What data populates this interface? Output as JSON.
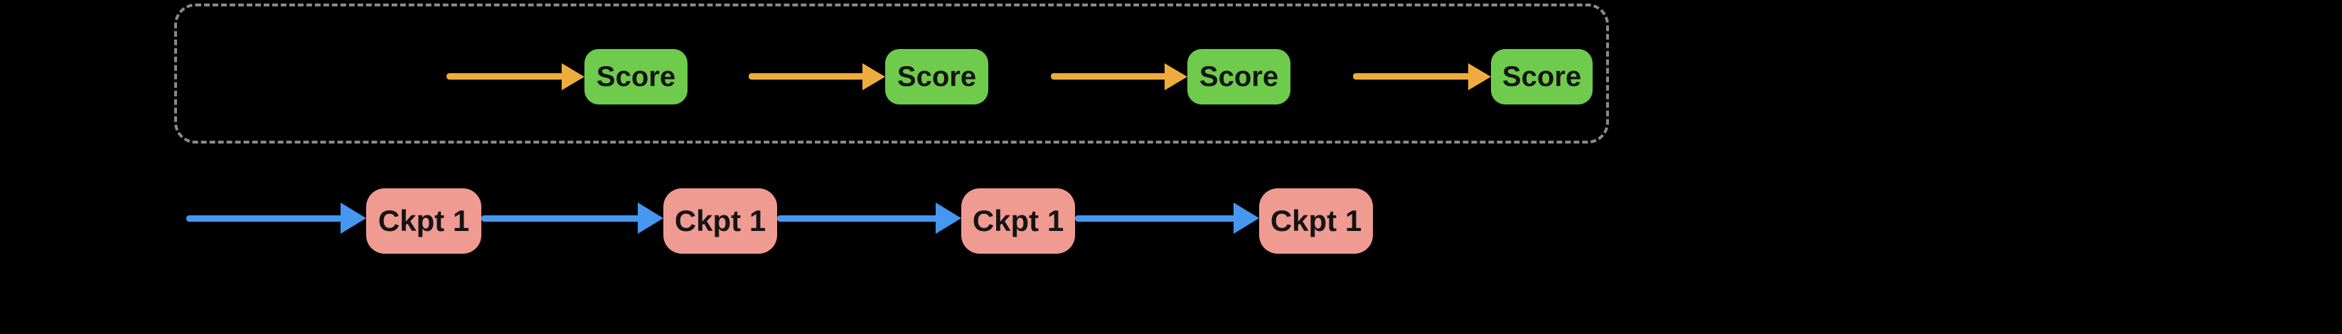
{
  "colors": {
    "background": "#000000",
    "score_box_green": "#6FCB4C",
    "score_arrow_orange": "#EFAC3E",
    "ckpt_box_salmon": "#F09B91",
    "train_arrow_blue": "#4597EF",
    "dashed_border_gray": "#8A8A8A",
    "box_text_dark": "#141414"
  },
  "scoring_region": {
    "boxes": [
      {
        "label": "Score"
      },
      {
        "label": "Score"
      },
      {
        "label": "Score"
      },
      {
        "label": "Score"
      }
    ]
  },
  "training_row": {
    "boxes": [
      {
        "label": "Ckpt 1"
      },
      {
        "label": "Ckpt 1"
      },
      {
        "label": "Ckpt 1"
      },
      {
        "label": "Ckpt 1"
      }
    ]
  }
}
